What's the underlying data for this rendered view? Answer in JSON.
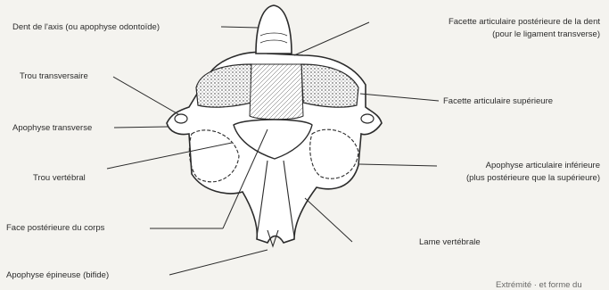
{
  "labels": {
    "dent": "Dent de l'axis (ou apophyse odontoïde)",
    "facette_post_1": "Facette articulaire postérieure de la dent",
    "facette_post_2": "(pour le ligament transverse)",
    "trou_transversaire": "Trou transversaire",
    "facette_sup": "Facette articulaire supérieure",
    "apophyse_transverse": "Apophyse transverse",
    "trou_vertebral": "Trou vertébral",
    "apophyse_inf_1": "Apophyse articulaire inférieure",
    "apophyse_inf_2": "(plus postérieure que la supérieure)",
    "face_post_corps": "Face postérieure du corps",
    "lame": "Lame vertébrale",
    "apophyse_epineuse": "Apophyse épineuse (bifide)",
    "footer_fragment": "Extrémité · et forme du"
  },
  "colors": {
    "background": "#f4f3ef",
    "ink": "#2b2b2b",
    "bone": "#ffffff"
  }
}
